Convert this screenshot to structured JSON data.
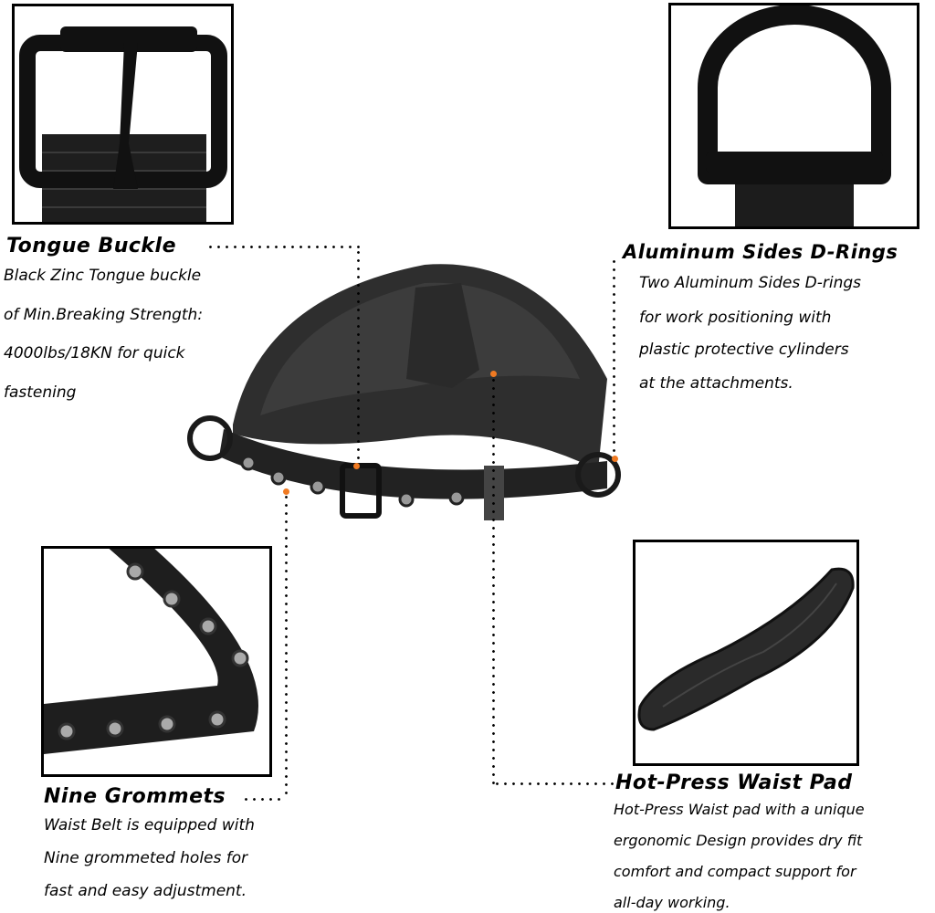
{
  "features": {
    "tongue_buckle": {
      "title": "Tongue Buckle",
      "lines": [
        "Black Zinc Tongue buckle",
        "of Min.Breaking Strength:",
        "4000lbs/18KN for quick",
        "fastening"
      ]
    },
    "d_rings": {
      "title": "Aluminum Sides D-Rings",
      "lines": [
        "Two Aluminum Sides D-rings",
        "for work positioning with",
        "plastic protective cylinders",
        "at the attachments."
      ]
    },
    "grommets": {
      "title": "Nine Grommets",
      "lines": [
        "Waist Belt is equipped with",
        "Nine grommeted holes for",
        "fast and easy adjustment."
      ]
    },
    "waist_pad": {
      "title": "Hot-Press Waist Pad",
      "lines": [
        "Hot-Press Waist pad with a unique",
        "ergonomic Design provides dry fit",
        "comfort and compact support for",
        "all-day working."
      ]
    }
  },
  "colors": {
    "marker": "#f07a22",
    "belt": "#2b2b2b",
    "frame": "#000000"
  }
}
